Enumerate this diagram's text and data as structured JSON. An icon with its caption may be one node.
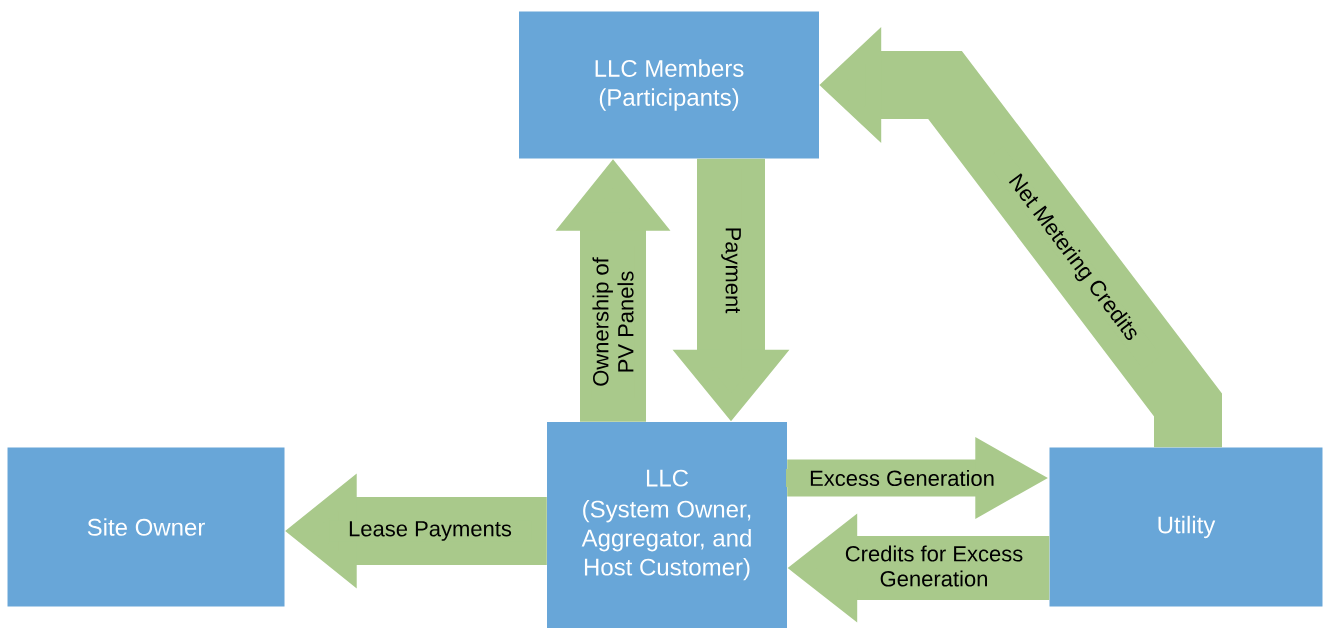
{
  "diagram": {
    "nodes": [
      {
        "text": [
          "LLC Members (Participants)"
        ]
      },
      {
        "text": [
          "Site Owner"
        ]
      },
      {
        "text": [
          "LLC",
          "(System Owner, Aggregator, and Host Customer)"
        ]
      },
      {
        "text": [
          "Utility"
        ]
      }
    ],
    "edges": [
      {
        "from": 2,
        "to": 0,
        "arrow": "to",
        "label": "Ownership of PV Panels"
      },
      {
        "from": 0,
        "to": 2,
        "arrow": "to",
        "label": "Payment"
      },
      {
        "from": 2,
        "to": 1,
        "arrow": "to",
        "label": "Lease Payments"
      },
      {
        "from": 2,
        "to": 3,
        "arrow": "to",
        "label": "Excess Generation"
      },
      {
        "from": 3,
        "to": 2,
        "arrow": "to",
        "label": "Credits for Excess Generation"
      },
      {
        "from": 3,
        "to": 0,
        "arrow": "to",
        "label": "Net Metering Credits"
      }
    ]
  }
}
